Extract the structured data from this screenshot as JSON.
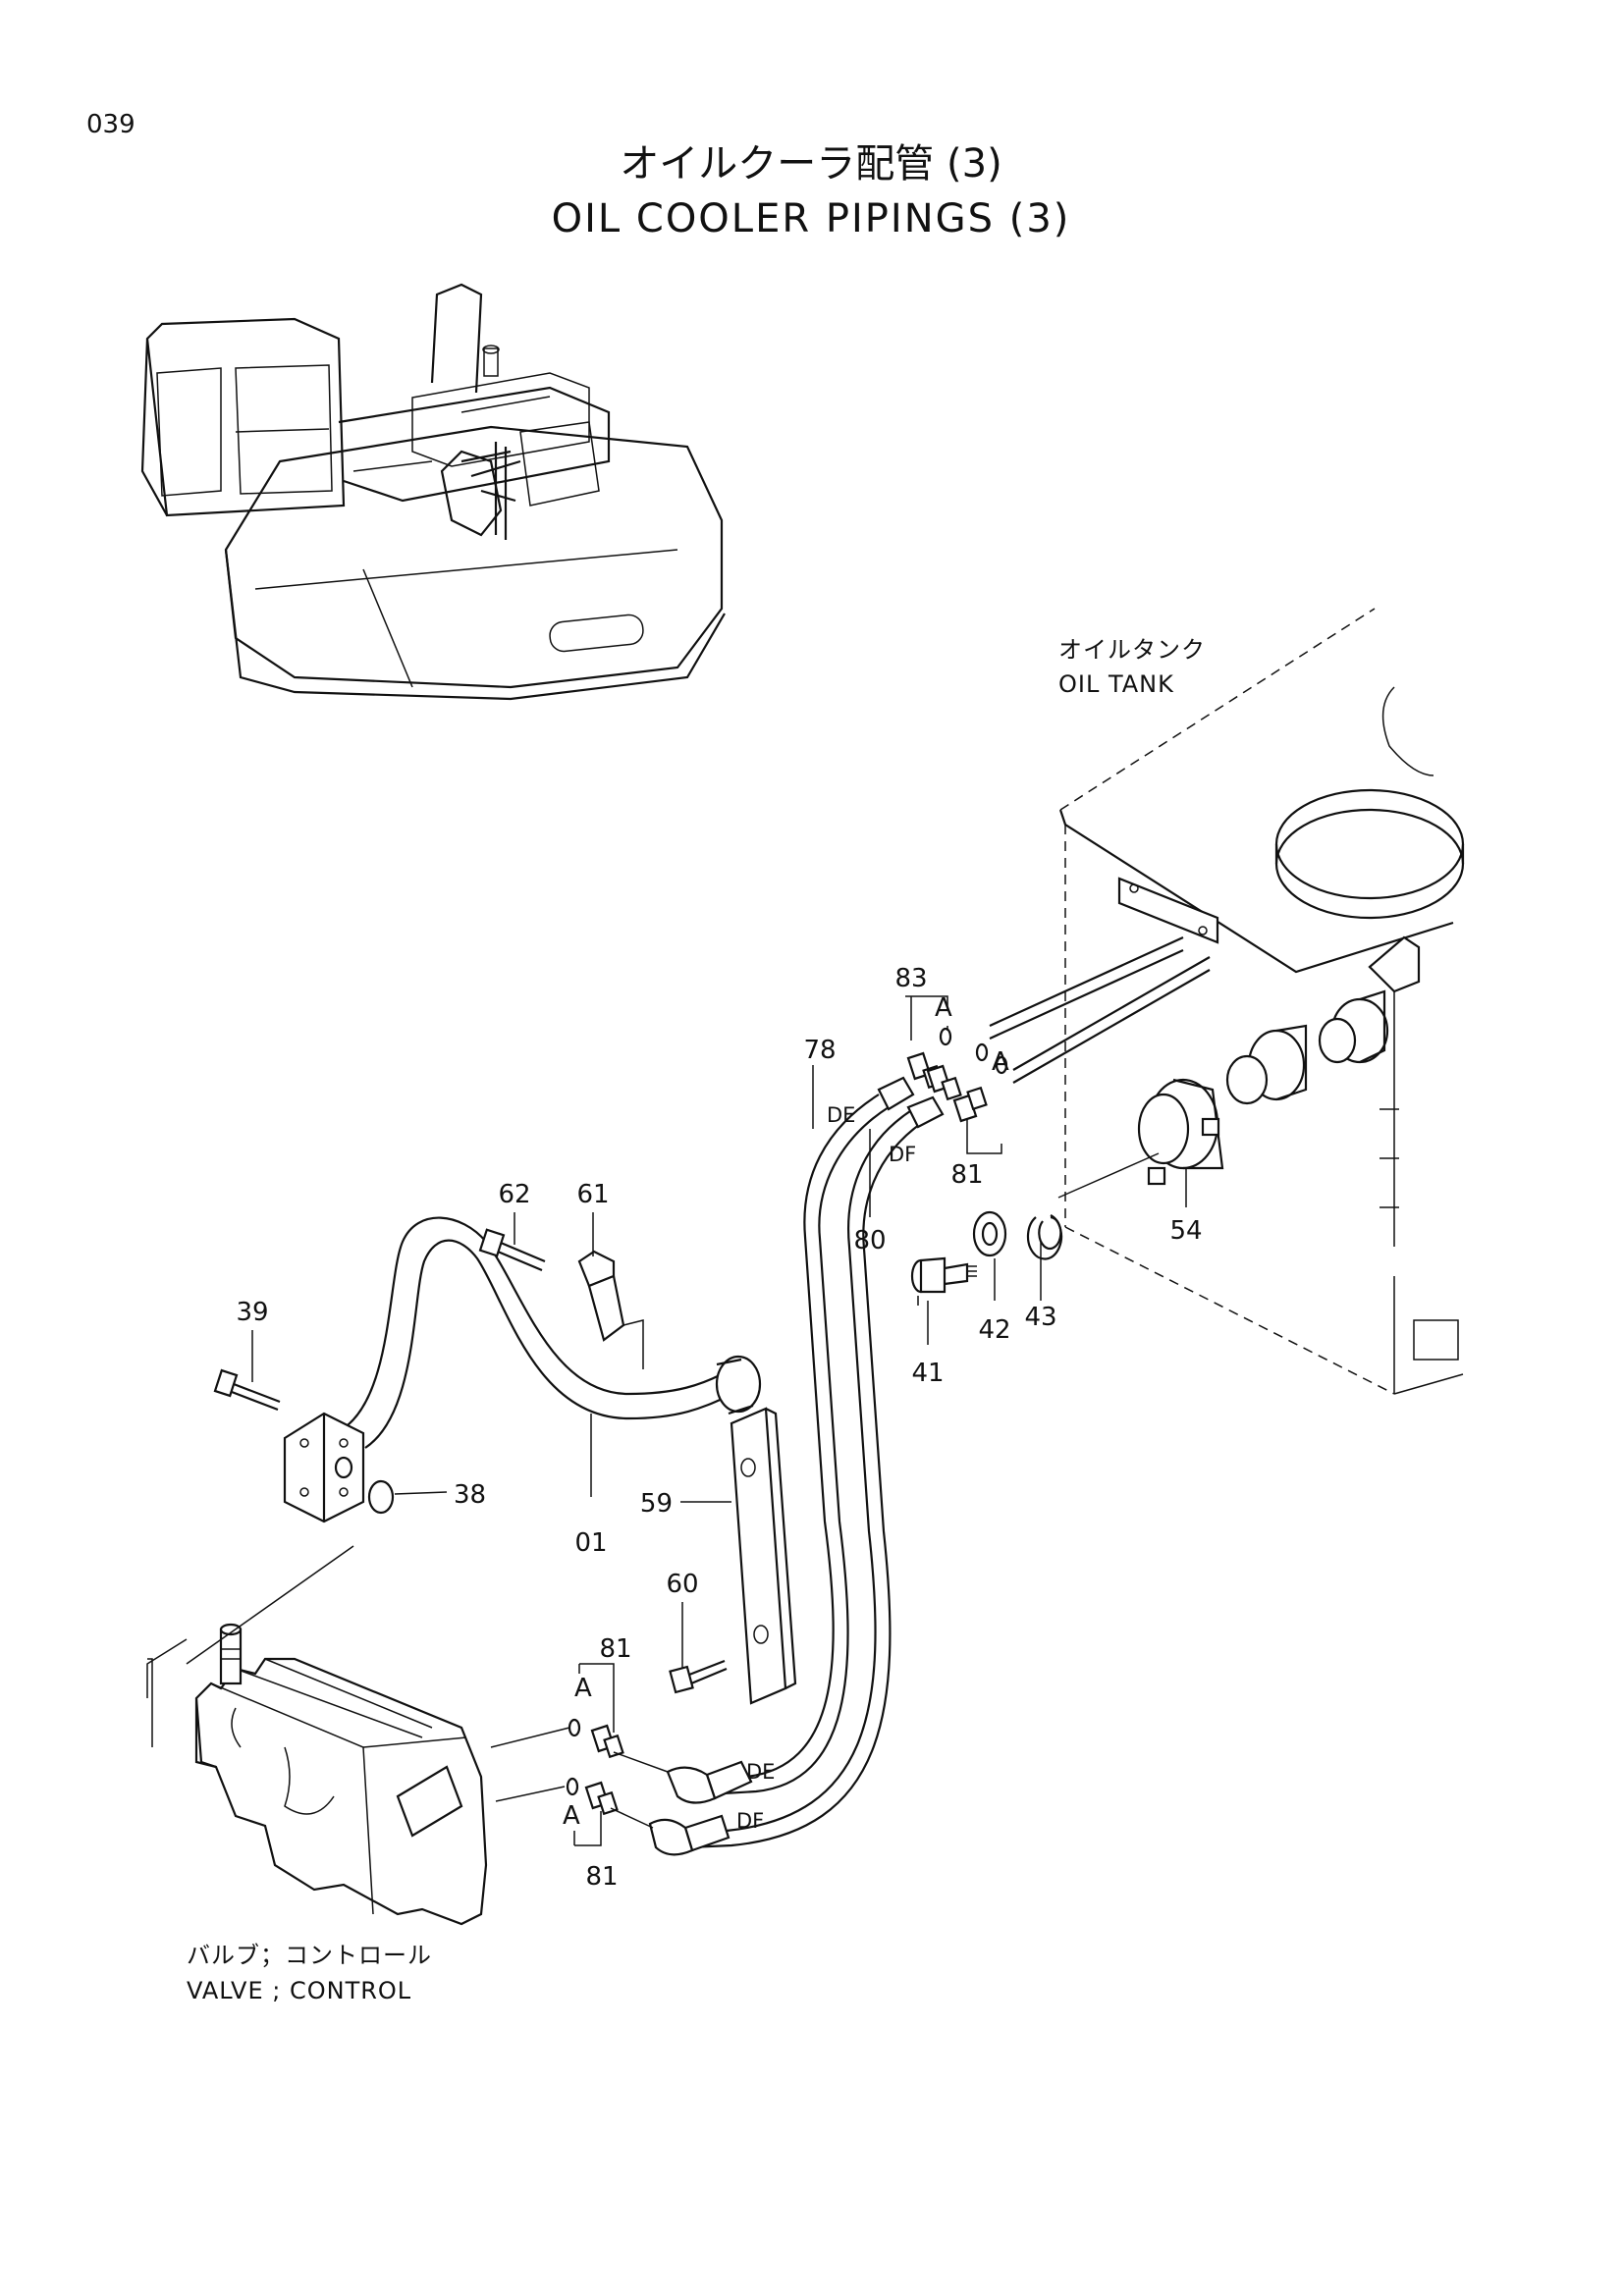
{
  "page": {
    "number": "039",
    "title_ja": "オイルクーラ配管 (3)",
    "title_en": "OIL COOLER PIPINGS (3)"
  },
  "components": {
    "oil_tank_ja": "オイルタンク",
    "oil_tank_en": "OIL TANK",
    "control_valve_ja": "バルブ；コントロール",
    "control_valve_en": "VALVE ; CONTROL"
  },
  "hose_markers": {
    "de": "DE",
    "df": "DF",
    "a": "A"
  },
  "callouts": [
    {
      "id": "01"
    },
    {
      "id": "38"
    },
    {
      "id": "39"
    },
    {
      "id": "41"
    },
    {
      "id": "42"
    },
    {
      "id": "43"
    },
    {
      "id": "54"
    },
    {
      "id": "59"
    },
    {
      "id": "60"
    },
    {
      "id": "61"
    },
    {
      "id": "62"
    },
    {
      "id": "78"
    },
    {
      "id": "80"
    },
    {
      "id": "81"
    },
    {
      "id": "81"
    },
    {
      "id": "81"
    },
    {
      "id": "83"
    }
  ]
}
